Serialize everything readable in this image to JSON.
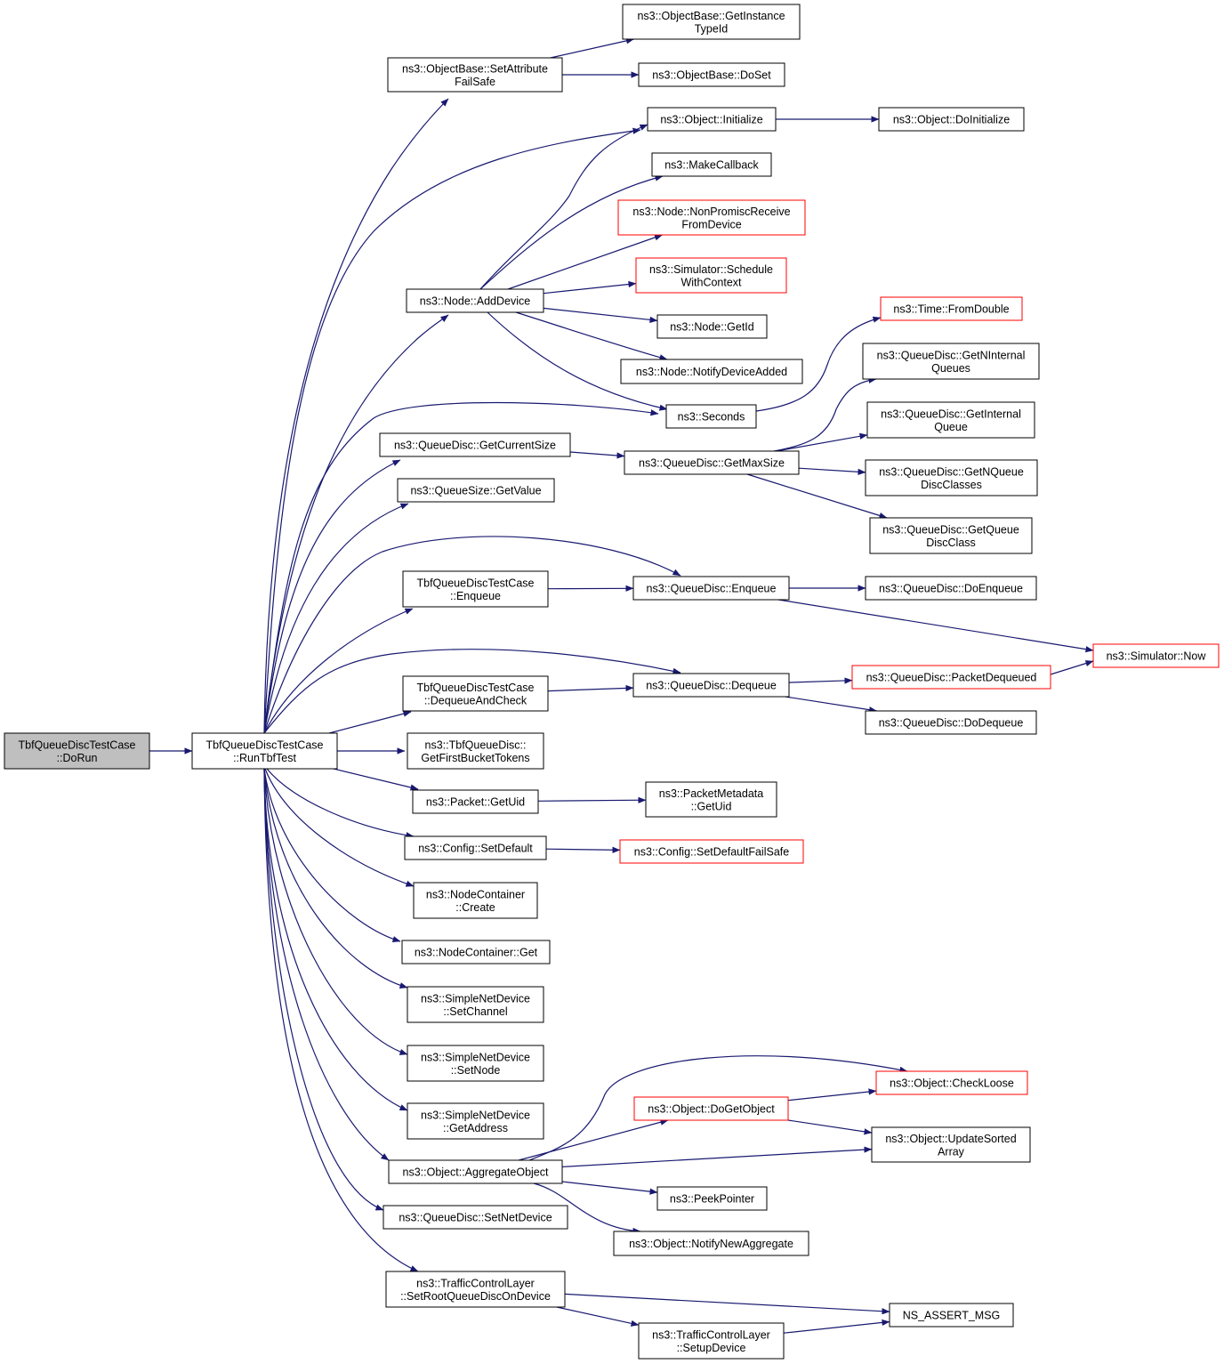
{
  "nodes": {
    "doRun": {
      "lines": [
        "TbfQueueDiscTestCase",
        "::DoRun"
      ],
      "fill": "#bfbfbf",
      "stroke": "#000000"
    },
    "runTbf": {
      "lines": [
        "TbfQueueDiscTestCase",
        "::RunTbfTest"
      ],
      "fill": "#ffffff",
      "stroke": "#000000"
    },
    "setAttrFS": {
      "lines": [
        "ns3::ObjectBase::SetAttribute",
        "FailSafe"
      ],
      "fill": "#ffffff",
      "stroke": "#000000"
    },
    "getInstTypeId": {
      "lines": [
        "ns3::ObjectBase::GetInstance",
        "TypeId"
      ],
      "fill": "#ffffff",
      "stroke": "#000000"
    },
    "doSet": {
      "lines": [
        "ns3::ObjectBase::DoSet"
      ],
      "fill": "#ffffff",
      "stroke": "#000000"
    },
    "objInit": {
      "lines": [
        "ns3::Object::Initialize"
      ],
      "fill": "#ffffff",
      "stroke": "#000000"
    },
    "objDoInit": {
      "lines": [
        "ns3::Object::DoInitialize"
      ],
      "fill": "#ffffff",
      "stroke": "#000000"
    },
    "makeCb": {
      "lines": [
        "ns3::MakeCallback"
      ],
      "fill": "#ffffff",
      "stroke": "#000000"
    },
    "nonPromisc": {
      "lines": [
        "ns3::Node::NonPromiscReceive",
        "FromDevice"
      ],
      "fill": "#ffffff",
      "stroke": "#ff0000"
    },
    "schedCtx": {
      "lines": [
        "ns3::Simulator::Schedule",
        "WithContext"
      ],
      "fill": "#ffffff",
      "stroke": "#ff0000"
    },
    "addDevice": {
      "lines": [
        "ns3::Node::AddDevice"
      ],
      "fill": "#ffffff",
      "stroke": "#000000"
    },
    "nodeGetId": {
      "lines": [
        "ns3::Node::GetId"
      ],
      "fill": "#ffffff",
      "stroke": "#000000"
    },
    "notifyDevAdded": {
      "lines": [
        "ns3::Node::NotifyDeviceAdded"
      ],
      "fill": "#ffffff",
      "stroke": "#000000"
    },
    "timeFromDouble": {
      "lines": [
        "ns3::Time::FromDouble"
      ],
      "fill": "#ffffff",
      "stroke": "#ff0000"
    },
    "seconds": {
      "lines": [
        "ns3::Seconds"
      ],
      "fill": "#ffffff",
      "stroke": "#000000"
    },
    "getNInternal": {
      "lines": [
        "ns3::QueueDisc::GetNInternal",
        "Queues"
      ],
      "fill": "#ffffff",
      "stroke": "#000000"
    },
    "getInternalQ": {
      "lines": [
        "ns3::QueueDisc::GetInternal",
        "Queue"
      ],
      "fill": "#ffffff",
      "stroke": "#000000"
    },
    "getCurSize": {
      "lines": [
        "ns3::QueueDisc::GetCurrentSize"
      ],
      "fill": "#ffffff",
      "stroke": "#000000"
    },
    "getMaxSize": {
      "lines": [
        "ns3::QueueDisc::GetMaxSize"
      ],
      "fill": "#ffffff",
      "stroke": "#000000"
    },
    "getNQDC": {
      "lines": [
        "ns3::QueueDisc::GetNQueue",
        "DiscClasses"
      ],
      "fill": "#ffffff",
      "stroke": "#000000"
    },
    "qsGetValue": {
      "lines": [
        "ns3::QueueSize::GetValue"
      ],
      "fill": "#ffffff",
      "stroke": "#000000"
    },
    "getQDC": {
      "lines": [
        "ns3::QueueDisc::GetQueue",
        "DiscClass"
      ],
      "fill": "#ffffff",
      "stroke": "#000000"
    },
    "tbfEnq": {
      "lines": [
        "TbfQueueDiscTestCase",
        "::Enqueue"
      ],
      "fill": "#ffffff",
      "stroke": "#000000"
    },
    "qdEnq": {
      "lines": [
        "ns3::QueueDisc::Enqueue"
      ],
      "fill": "#ffffff",
      "stroke": "#000000"
    },
    "qdDoEnq": {
      "lines": [
        "ns3::QueueDisc::DoEnqueue"
      ],
      "fill": "#ffffff",
      "stroke": "#000000"
    },
    "simNow": {
      "lines": [
        "ns3::Simulator::Now"
      ],
      "fill": "#ffffff",
      "stroke": "#ff0000"
    },
    "tbfDeqCheck": {
      "lines": [
        "TbfQueueDiscTestCase",
        "::DequeueAndCheck"
      ],
      "fill": "#ffffff",
      "stroke": "#000000"
    },
    "qdDeq": {
      "lines": [
        "ns3::QueueDisc::Dequeue"
      ],
      "fill": "#ffffff",
      "stroke": "#000000"
    },
    "pktDequeued": {
      "lines": [
        "ns3::QueueDisc::PacketDequeued"
      ],
      "fill": "#ffffff",
      "stroke": "#ff0000"
    },
    "qdDoDeq": {
      "lines": [
        "ns3::QueueDisc::DoDequeue"
      ],
      "fill": "#ffffff",
      "stroke": "#000000"
    },
    "getFirstBucket": {
      "lines": [
        "ns3::TbfQueueDisc::",
        "GetFirstBucketTokens"
      ],
      "fill": "#ffffff",
      "stroke": "#000000"
    },
    "pktGetUid": {
      "lines": [
        "ns3::Packet::GetUid"
      ],
      "fill": "#ffffff",
      "stroke": "#000000"
    },
    "pmGetUid": {
      "lines": [
        "ns3::PacketMetadata",
        "::GetUid"
      ],
      "fill": "#ffffff",
      "stroke": "#000000"
    },
    "cfgSetDefault": {
      "lines": [
        "ns3::Config::SetDefault"
      ],
      "fill": "#ffffff",
      "stroke": "#000000"
    },
    "cfgSetDefaultFS": {
      "lines": [
        "ns3::Config::SetDefaultFailSafe"
      ],
      "fill": "#ffffff",
      "stroke": "#ff0000"
    },
    "ncCreate": {
      "lines": [
        "ns3::NodeContainer",
        "::Create"
      ],
      "fill": "#ffffff",
      "stroke": "#000000"
    },
    "ncGet": {
      "lines": [
        "ns3::NodeContainer::Get"
      ],
      "fill": "#ffffff",
      "stroke": "#000000"
    },
    "sndSetChannel": {
      "lines": [
        "ns3::SimpleNetDevice",
        "::SetChannel"
      ],
      "fill": "#ffffff",
      "stroke": "#000000"
    },
    "sndSetNode": {
      "lines": [
        "ns3::SimpleNetDevice",
        "::SetNode"
      ],
      "fill": "#ffffff",
      "stroke": "#000000"
    },
    "sndGetAddr": {
      "lines": [
        "ns3::SimpleNetDevice",
        "::GetAddress"
      ],
      "fill": "#ffffff",
      "stroke": "#000000"
    },
    "checkLoose": {
      "lines": [
        "ns3::Object::CheckLoose"
      ],
      "fill": "#ffffff",
      "stroke": "#ff0000"
    },
    "doGetObject": {
      "lines": [
        "ns3::Object::DoGetObject"
      ],
      "fill": "#ffffff",
      "stroke": "#ff0000"
    },
    "updSorted": {
      "lines": [
        "ns3::Object::UpdateSorted",
        "Array"
      ],
      "fill": "#ffffff",
      "stroke": "#000000"
    },
    "aggObj": {
      "lines": [
        "ns3::Object::AggregateObject"
      ],
      "fill": "#ffffff",
      "stroke": "#000000"
    },
    "peekPtr": {
      "lines": [
        "ns3::PeekPointer"
      ],
      "fill": "#ffffff",
      "stroke": "#000000"
    },
    "notifyNewAgg": {
      "lines": [
        "ns3::Object::NotifyNewAggregate"
      ],
      "fill": "#ffffff",
      "stroke": "#000000"
    },
    "qdSetNetDev": {
      "lines": [
        "ns3::QueueDisc::SetNetDevice"
      ],
      "fill": "#ffffff",
      "stroke": "#000000"
    },
    "tclSetRoot": {
      "lines": [
        "ns3::TrafficControlLayer",
        "::SetRootQueueDiscOnDevice"
      ],
      "fill": "#ffffff",
      "stroke": "#000000"
    },
    "nsAssert": {
      "lines": [
        "NS_ASSERT_MSG"
      ],
      "fill": "#ffffff",
      "stroke": "#000000"
    },
    "tclSetup": {
      "lines": [
        "ns3::TrafficControlLayer",
        "::SetupDevice"
      ],
      "fill": "#ffffff",
      "stroke": "#000000"
    }
  },
  "edges": [
    [
      "doRun",
      "runTbf"
    ],
    [
      "runTbf",
      "setAttrFS"
    ],
    [
      "runTbf",
      "objInit"
    ],
    [
      "runTbf",
      "addDevice"
    ],
    [
      "runTbf",
      "seconds"
    ],
    [
      "runTbf",
      "getCurSize"
    ],
    [
      "runTbf",
      "qsGetValue"
    ],
    [
      "runTbf",
      "tbfEnq"
    ],
    [
      "runTbf",
      "qdEnq"
    ],
    [
      "runTbf",
      "tbfDeqCheck"
    ],
    [
      "runTbf",
      "qdDeq"
    ],
    [
      "runTbf",
      "getFirstBucket"
    ],
    [
      "runTbf",
      "pktGetUid"
    ],
    [
      "runTbf",
      "cfgSetDefault"
    ],
    [
      "runTbf",
      "ncCreate"
    ],
    [
      "runTbf",
      "ncGet"
    ],
    [
      "runTbf",
      "sndSetChannel"
    ],
    [
      "runTbf",
      "sndSetNode"
    ],
    [
      "runTbf",
      "sndGetAddr"
    ],
    [
      "runTbf",
      "aggObj"
    ],
    [
      "runTbf",
      "qdSetNetDev"
    ],
    [
      "runTbf",
      "tclSetRoot"
    ],
    [
      "setAttrFS",
      "getInstTypeId"
    ],
    [
      "setAttrFS",
      "doSet"
    ],
    [
      "objInit",
      "objDoInit"
    ],
    [
      "addDevice",
      "objInit"
    ],
    [
      "addDevice",
      "makeCb"
    ],
    [
      "addDevice",
      "nonPromisc"
    ],
    [
      "addDevice",
      "schedCtx"
    ],
    [
      "addDevice",
      "nodeGetId"
    ],
    [
      "addDevice",
      "notifyDevAdded"
    ],
    [
      "addDevice",
      "seconds"
    ],
    [
      "seconds",
      "timeFromDouble"
    ],
    [
      "getCurSize",
      "getMaxSize"
    ],
    [
      "getMaxSize",
      "getNInternal"
    ],
    [
      "getMaxSize",
      "getInternalQ"
    ],
    [
      "getMaxSize",
      "getNQDC"
    ],
    [
      "getMaxSize",
      "getQDC"
    ],
    [
      "tbfEnq",
      "qdEnq"
    ],
    [
      "qdEnq",
      "qdDoEnq"
    ],
    [
      "qdEnq",
      "simNow"
    ],
    [
      "tbfDeqCheck",
      "qdDeq"
    ],
    [
      "qdDeq",
      "pktDequeued"
    ],
    [
      "qdDeq",
      "qdDoDeq"
    ],
    [
      "pktDequeued",
      "simNow"
    ],
    [
      "pktGetUid",
      "pmGetUid"
    ],
    [
      "cfgSetDefault",
      "cfgSetDefaultFS"
    ],
    [
      "aggObj",
      "checkLoose"
    ],
    [
      "aggObj",
      "doGetObject"
    ],
    [
      "aggObj",
      "updSorted"
    ],
    [
      "aggObj",
      "peekPtr"
    ],
    [
      "aggObj",
      "notifyNewAgg"
    ],
    [
      "doGetObject",
      "checkLoose"
    ],
    [
      "doGetObject",
      "updSorted"
    ],
    [
      "tclSetRoot",
      "nsAssert"
    ],
    [
      "tclSetRoot",
      "tclSetup"
    ],
    [
      "tclSetup",
      "nsAssert"
    ]
  ],
  "colors": {
    "edge": "#191970",
    "highlight": "#bfbfbf",
    "warn": "#ff0000"
  }
}
